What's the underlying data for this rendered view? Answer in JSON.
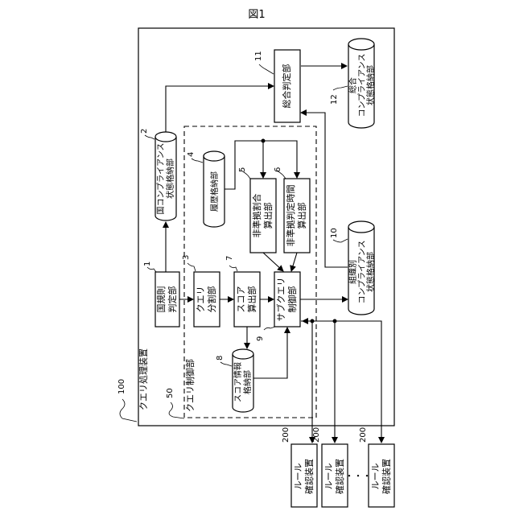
{
  "figure": {
    "title": "図1"
  },
  "system": {
    "label": "クエリ処理装置",
    "ref": "100"
  },
  "control": {
    "label": "クエリ制御部",
    "ref": "50"
  },
  "blocks": {
    "national_rule": {
      "line1": "国規則",
      "line2": "判定部",
      "ref": "1"
    },
    "query_split": {
      "line1": "クエリ",
      "line2": "分割部",
      "ref": "3"
    },
    "score_calc": {
      "line1": "スコア",
      "line2": "算出部",
      "ref": "7"
    },
    "subquery_ctrl": {
      "line1": "サブクエリ",
      "line2": "制御部",
      "ref": "9"
    },
    "noncompliance_rate": {
      "line1": "非準拠割合",
      "line2": "算出部",
      "ref": "5"
    },
    "noncompliance_time": {
      "line1": "非準拠判定時間",
      "line2": "算出部",
      "ref": "6"
    },
    "overall_judge": {
      "line1": "総合判定部",
      "ref": "11"
    }
  },
  "storages": {
    "national_status": {
      "line1": "国コンプライアンス",
      "line2": "状態格納部",
      "ref": "2"
    },
    "history": {
      "line1": "履歴格納部",
      "ref": "4"
    },
    "score_info": {
      "line1": "スコア情報",
      "line2": "格納部",
      "ref": "8"
    },
    "org_status": {
      "line1": "組織別",
      "line2": "コンプライアンス",
      "line3": "状態格納部",
      "ref": "10"
    },
    "overall_status": {
      "line1": "総合",
      "line2": "コンプライアンス",
      "line3": "状態格納部",
      "ref": "12"
    }
  },
  "rule_devices": [
    {
      "line1": "ルール",
      "line2": "確認装置",
      "ref": "200"
    },
    {
      "line1": "ルール",
      "line2": "確認装置",
      "ref": "200"
    },
    {
      "line1": "ルール",
      "line2": "確認装置",
      "ref": "200"
    }
  ],
  "ellipsis": "・・・"
}
